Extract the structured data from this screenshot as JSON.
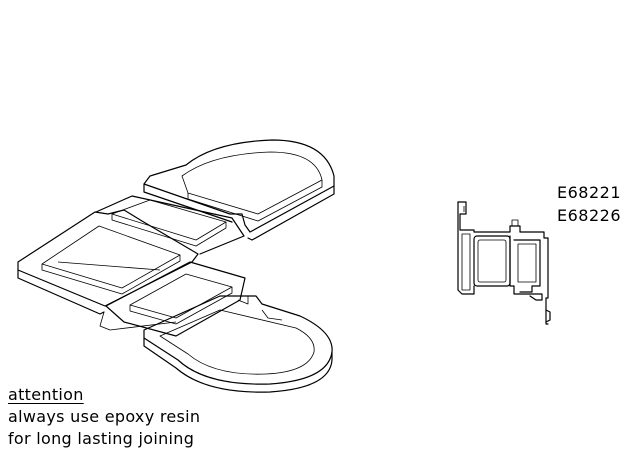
{
  "profile_codes": [
    "E68221",
    "E68226"
  ],
  "note": {
    "title": "attention",
    "lines": [
      "always use epoxy resin",
      "for long lasting joining"
    ]
  },
  "icons": {
    "corner_connector": "corner-connector-drawing",
    "profile_section": "profile-cross-section-drawing"
  }
}
